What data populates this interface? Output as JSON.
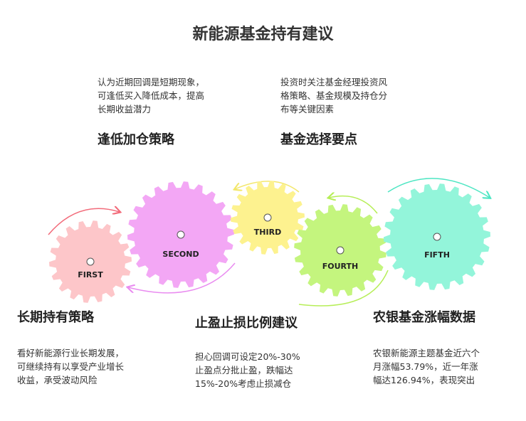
{
  "title": "新能源基金持有建议",
  "steps": [
    {
      "label": "FIRST",
      "heading": "长期持有策略",
      "desc": [
        "看好新能源行业长期发展，",
        "可继续持有以享受产业增长",
        "收益，承受波动风险"
      ],
      "color": "#fdc6c9"
    },
    {
      "label": "SECOND",
      "heading": "逢低加仓策略",
      "desc": [
        "认为近期回调是短期现象，",
        "可逢低买入降低成本，提高",
        "长期收益潜力"
      ],
      "color": "#f3a7f5"
    },
    {
      "label": "THIRD",
      "heading": "止盈止损比例建议",
      "desc": [
        "担心回调可设定20%-30%",
        "止盈点分批止盈，跌幅达",
        "15%-20%考虑止损减仓"
      ],
      "color": "#fdf28f"
    },
    {
      "label": "FOURTH",
      "heading": "基金选择要点",
      "desc": [
        "投资时关注基金经理投资风",
        "格策略、基金规模及持仓分",
        "布等关键因素"
      ],
      "color": "#c4f57e"
    },
    {
      "label": "FIFTH",
      "heading": "农银基金涨幅数据",
      "desc": [
        "农银新能源主题基金近六个",
        "月涨幅53.79%，近一年涨",
        "幅达126.94%，表现突出"
      ],
      "color": "#93f5da"
    }
  ],
  "arrow_colors": [
    "#f26b7a",
    "#e98cf0",
    "#f3e76a",
    "#b6ee57",
    "#4ee6c3"
  ]
}
